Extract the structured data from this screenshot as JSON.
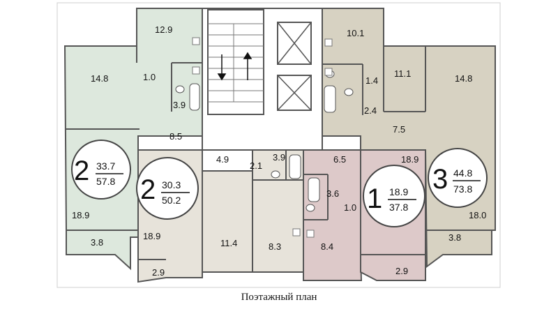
{
  "colors": {
    "apt_left_green": "#dde8dd",
    "apt_mid_gray": "#e7e3da",
    "apt_pink": "#ddc9c9",
    "apt_right_tan": "#d7d2c2",
    "core_white": "#ffffff",
    "wall": "#555555"
  },
  "rooms": {
    "r1": "12.9",
    "r2": "14.8",
    "r3": "1.0",
    "r4": "3.9",
    "r5": "8.5",
    "r6": "4.9",
    "r7": "2.1",
    "r8": "3.9",
    "r9": "6.5",
    "r10": "10.1",
    "r11": "1.4",
    "r12": "11.1",
    "r13": "14.8",
    "r14": "2.4",
    "r15": "7.5",
    "r16": "18.9",
    "r17": "18.9",
    "r18": "3.8",
    "r19": "18.9",
    "r20": "2.9",
    "r21": "11.4",
    "r22": "8.3",
    "r23": "3.6",
    "r24": "1.0",
    "r25": "8.4",
    "r26": "2.9",
    "r27": "18.0",
    "r28": "3.8"
  },
  "apartments": [
    {
      "rooms": "2",
      "living": "33.7",
      "total": "57.8"
    },
    {
      "rooms": "2",
      "living": "30.3",
      "total": "50.2"
    },
    {
      "rooms": "1",
      "living": "18.9",
      "total": "37.8"
    },
    {
      "rooms": "3",
      "living": "44.8",
      "total": "73.8"
    }
  ],
  "caption": "Поэтажный план"
}
